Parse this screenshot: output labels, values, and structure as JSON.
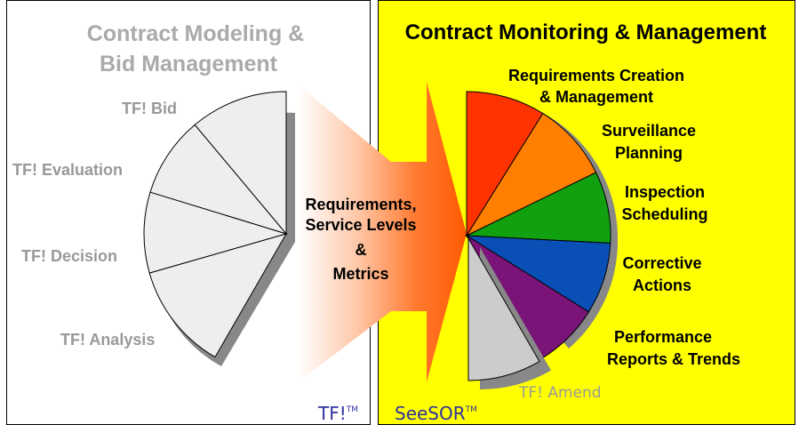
{
  "left_panel": {
    "title_line1": "Contract Modeling &",
    "title_line2": "Bid Management",
    "segments": [
      "TF! Bid",
      "TF! Evaluation",
      "TF! Decision",
      "TF! Analysis"
    ],
    "brand": "TF!",
    "brand_tm": "TM"
  },
  "arrow": {
    "line1": "Requirements,",
    "line2": "Service Levels",
    "line3": "&",
    "line4": "Metrics"
  },
  "right_panel": {
    "title": "Contract Monitoring & Management",
    "items": [
      {
        "line1": "Requirements Creation",
        "line2": "& Management",
        "color": "#ff3300"
      },
      {
        "line1": "Surveillance",
        "line2": "Planning",
        "color": "#ff7f00"
      },
      {
        "line1": "Inspection",
        "line2": "Scheduling",
        "color": "#10a010"
      },
      {
        "line1": "Corrective",
        "line2": "Actions",
        "color": "#0a4fb5"
      },
      {
        "line1": "Performance",
        "line2": "Reports & Trends",
        "color": "#7a1478"
      }
    ],
    "amend": {
      "label": "TF! Amend",
      "color": "#cccccc"
    },
    "brand": "SeeSOR",
    "brand_tm": "TM",
    "background": "#ffff00"
  }
}
